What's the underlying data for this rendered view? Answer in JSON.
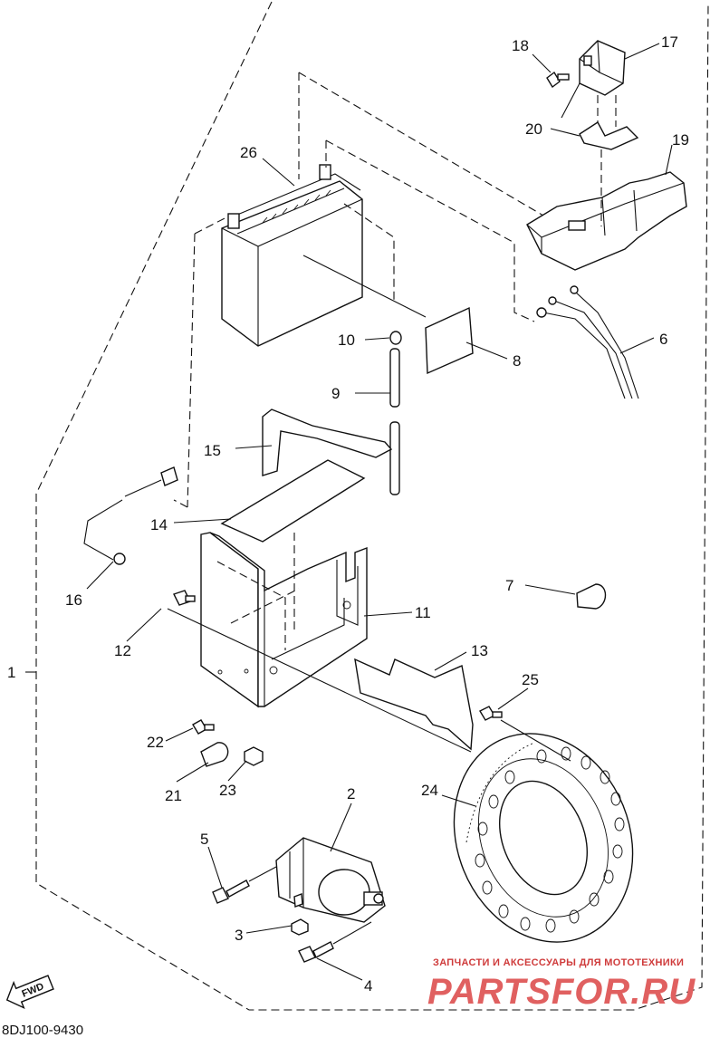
{
  "diagram": {
    "part_labels": [
      "1",
      "2",
      "3",
      "4",
      "5",
      "6",
      "7",
      "8",
      "9",
      "10",
      "11",
      "12",
      "13",
      "14",
      "15",
      "16",
      "17",
      "18",
      "19",
      "20",
      "21",
      "22",
      "23",
      "24",
      "25",
      "26"
    ],
    "diagram_code": "8DJ100-9430",
    "fwd_label": "FWD",
    "watermark": {
      "subtitle": "ЗАПЧАСТИ И АКСЕССУАРЫ ДЛЯ МОТОТЕХНИКИ",
      "brand": "PARTSFOR.RU",
      "color": "#e06060"
    },
    "icons": [
      "fwd-arrow-icon"
    ]
  }
}
